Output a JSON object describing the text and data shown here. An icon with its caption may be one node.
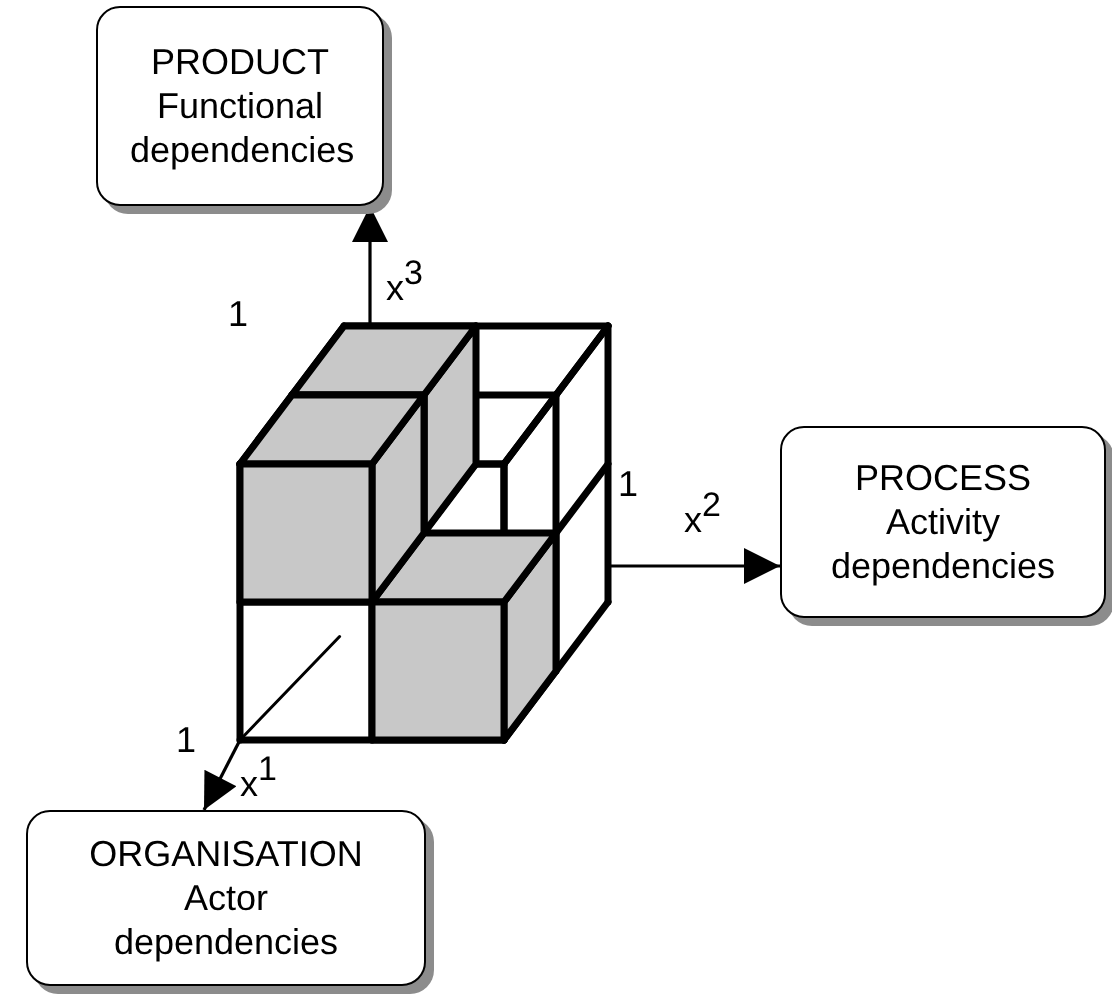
{
  "diagram": {
    "nodes": [
      {
        "text": [
          "PRODUCT",
          "Functional dependencies"
        ]
      },
      {
        "text": [],
        "shape": "cube"
      },
      {
        "text": [
          "PROCESS",
          "Activity dependencies"
        ]
      },
      {
        "text": [
          "ORGANISATION",
          "Actor dependencies"
        ]
      }
    ],
    "edges": [
      {
        "from": 1,
        "to": 0,
        "arrow": "to",
        "label": "x$^{3}$"
      },
      {
        "from": 1,
        "to": 2,
        "arrow": "to",
        "label": "x$^{2}$"
      },
      {
        "from": 1,
        "to": 3,
        "arrow": "to",
        "label": "x$^{1}$"
      }
    ],
    "labels": [
      "1",
      "1",
      "1"
    ]
  }
}
